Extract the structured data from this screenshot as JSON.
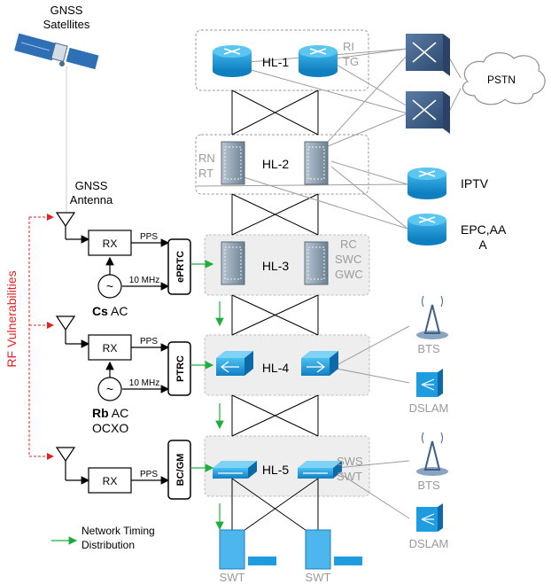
{
  "satellite": {
    "line1": "GNSS",
    "line2": "Satellites"
  },
  "antenna": {
    "line1": "GNSS",
    "line2": "Antenna"
  },
  "rf_vulnerabilities": "RF Vulnerabilities",
  "receivers": {
    "rx": "RX",
    "pps": "PPS",
    "mhz": "10 MHz",
    "tilde": "~"
  },
  "clocks": {
    "cs_bold": "Cs",
    "cs_rest": "AC",
    "rb_bold": "Rb",
    "rb_rest": "AC",
    "rb_line2": "OCXO"
  },
  "timing_boxes": {
    "eprtc": "ePRTC",
    "prtc": "PTRC",
    "bcgm": "BC/GM"
  },
  "hl_labels": {
    "hl1": "HL-1",
    "hl2": "HL-2",
    "hl3": "HL-3",
    "hl4": "HL-4",
    "hl5": "HL-5"
  },
  "gray_labels": {
    "ri": "RI",
    "tg": "TG",
    "rn": "RN",
    "rt": "RT",
    "rc": "RC",
    "swc": "SWC",
    "gwc": "GWC",
    "sws": "SWS",
    "swt": "SWT"
  },
  "right_side": {
    "pstn": "PSTN",
    "iptv": "IPTV",
    "epc_line1": "EPC,AA",
    "epc_line2": "A",
    "bts": "BTS",
    "dslam": "DSLAM"
  },
  "bottom": {
    "swt": "SWT"
  },
  "legend": {
    "line1": "Network Timing",
    "line2": "Distribution"
  },
  "colors": {
    "router_blue": "#1a9ad6",
    "server_gray": "#7a8d9e",
    "switch_blue": "#1f9be0",
    "dark_router": "#3f6189",
    "rf_red": "#e02424",
    "timing_green": "#1fae3e",
    "gray_text": "#9a9a9a"
  }
}
